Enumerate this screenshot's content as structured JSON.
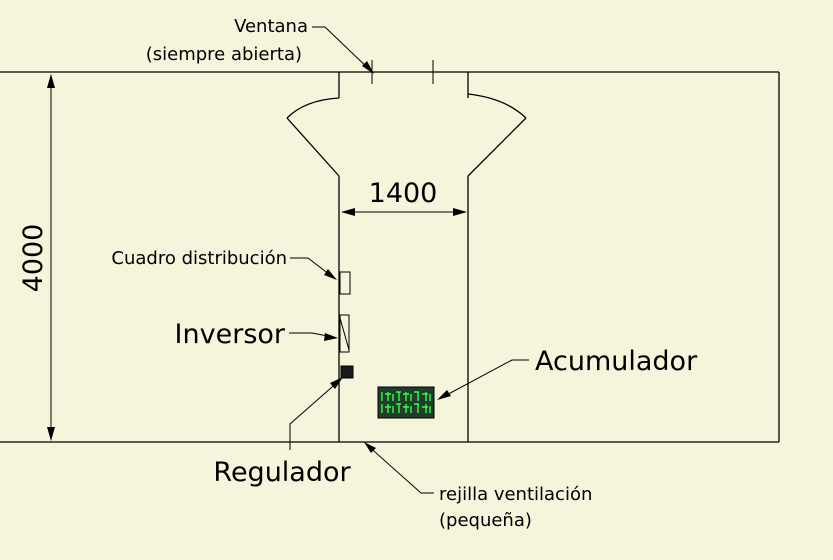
{
  "labels": {
    "window": "Ventana",
    "window_note": "(siempre abierta)",
    "dim_width": "1400",
    "dim_height": "4000",
    "panel": "Cuadro distribución",
    "inverter": "Inversor",
    "accumulator": "Acumulador",
    "regulator": "Regulador",
    "grille": "rejilla ventilación",
    "grille_note": "(pequeña)"
  },
  "colors": {
    "background": "#f5f5dc",
    "line": "#000000",
    "battery_fill": "#1f3d2a",
    "battery_marks": "#33ff44",
    "regulator_fill": "#1a1a1a"
  }
}
